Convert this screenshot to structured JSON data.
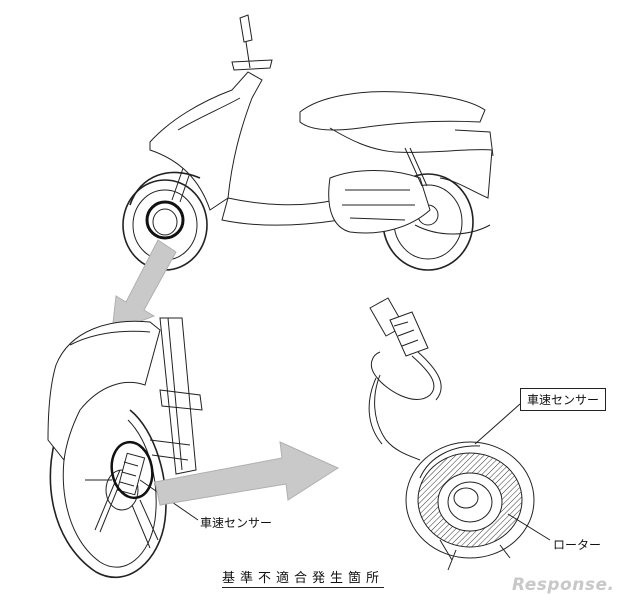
{
  "labels": {
    "sensor_left": "車速センサー",
    "sensor_right": "車速センサー",
    "rotor": "ローター",
    "defect_location": "基準不適合発生箇所"
  },
  "watermark": "Response."
}
